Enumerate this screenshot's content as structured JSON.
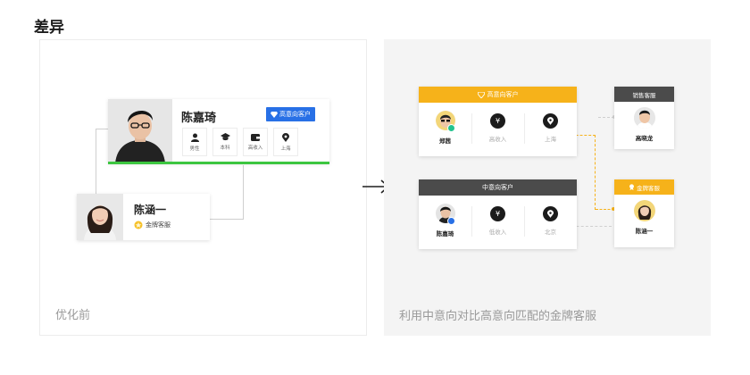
{
  "page": {
    "heading": "差异"
  },
  "before_panel": {
    "caption": "优化前",
    "customer_card": {
      "name": "陈嘉琦",
      "badge": "高意向客户",
      "attributes": [
        {
          "label": "男性",
          "icon": "person-icon"
        },
        {
          "label": "本科",
          "icon": "graduation-cap-icon"
        },
        {
          "label": "高收入",
          "icon": "wallet-icon"
        },
        {
          "label": "上海",
          "icon": "location-pin-icon"
        }
      ]
    },
    "agent_card": {
      "name": "陈涵一",
      "tag": "金牌客服"
    }
  },
  "after_panel": {
    "caption": "利用中意向对比高意向匹配的金牌客服",
    "high_intent_card": {
      "header": "高意向客户",
      "customer_name": "郑茜",
      "income": "高收入",
      "city": "上海"
    },
    "mid_intent_card": {
      "header": "中意向客户",
      "customer_name": "陈嘉琦",
      "income": "低收入",
      "city": "北京"
    },
    "sales_agent_card": {
      "header": "销售客服",
      "name": "高晓龙"
    },
    "gold_agent_card": {
      "header": "金牌客服",
      "name": "陈涵一"
    }
  },
  "colors": {
    "accent_gold": "#f6b21a",
    "accent_blue": "#2870e6",
    "accent_green": "#3cc640",
    "header_dark": "#4b4b4b"
  }
}
